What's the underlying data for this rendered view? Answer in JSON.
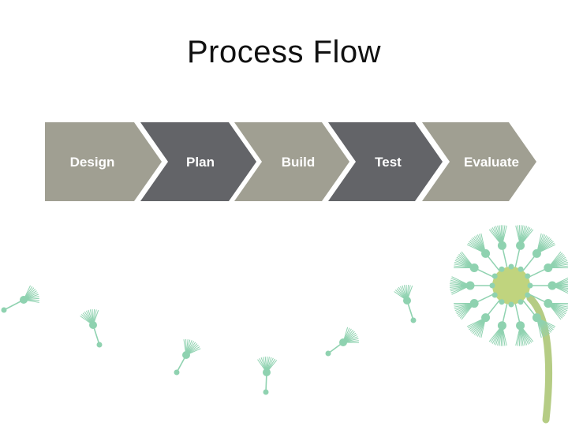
{
  "slide": {
    "title": "Process Flow"
  },
  "flow": {
    "steps": [
      {
        "label": "Design",
        "color": "#a09f92"
      },
      {
        "label": "Plan",
        "color": "#636468"
      },
      {
        "label": "Build",
        "color": "#a09f92"
      },
      {
        "label": "Test",
        "color": "#636468"
      },
      {
        "label": "Evaluate",
        "color": "#a09f92"
      }
    ]
  },
  "decoration": {
    "name": "dandelion-with-floating-seeds",
    "seed_color": "#8fd2b0",
    "stem_color": "#b5cc84",
    "head_center_color": "#c0d47e"
  }
}
